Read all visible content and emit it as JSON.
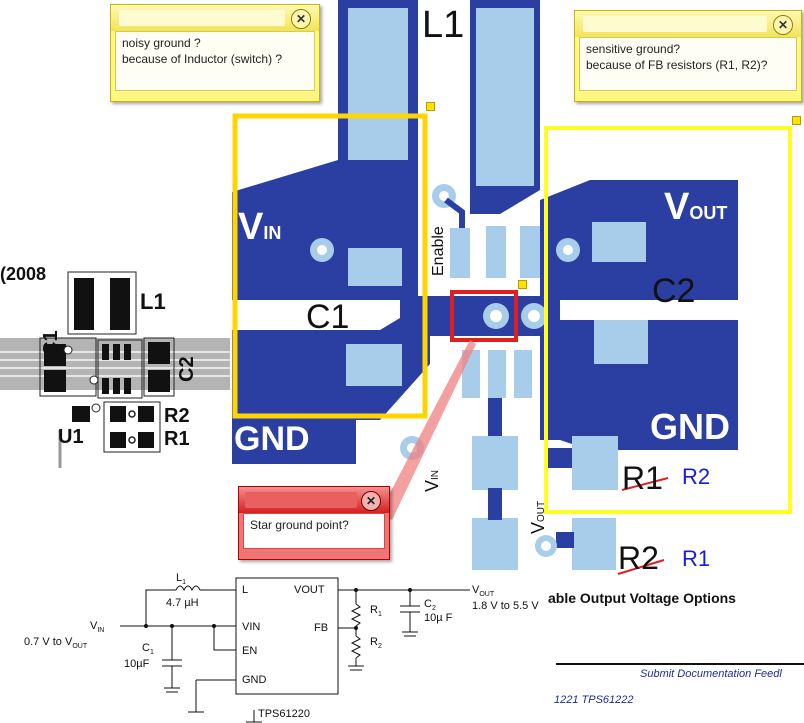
{
  "colors": {
    "copper": "#2b3fa3",
    "pad": "#a7cdea",
    "note_yellow": "#fff684",
    "red": "#e02020",
    "yellow_box": "#ffd400",
    "blue_text": "#1a1adf"
  },
  "notes": {
    "noisy": {
      "line1": "noisy ground ?",
      "line2": "because of Inductor (switch) ?"
    },
    "sensitive": {
      "line1": "sensitive ground?",
      "line2": "because of FB resistors (R1, R2)?"
    },
    "star": {
      "line1": "Star ground point?"
    }
  },
  "pcb": {
    "l1": "L1",
    "vin": "V",
    "vin_sub": "IN",
    "vout": "V",
    "vout_sub": "OUT",
    "c1": "C1",
    "c2": "C2",
    "gnd_left": "GND",
    "gnd_right": "GND",
    "enable": "Enable",
    "vin_small": "V",
    "vin_small_sub": "IN",
    "vout_small": "V",
    "vout_small_sub": "OUT",
    "r1": "R1",
    "r2": "R2",
    "r1_new": "R2",
    "r2_new": "R1"
  },
  "mini": {
    "year": "2008",
    "l1": "L1",
    "c1": "C1",
    "c2": "C2",
    "u1": "U1",
    "r2": "R2",
    "r1": "R1"
  },
  "schematic": {
    "l1": "L",
    "l1_sub": "1",
    "l1_val": "4.7 µH",
    "vin": "V",
    "vin_sub": "IN",
    "vin_range": "0.7 V to V",
    "vin_range_sub": "OUT",
    "c1": "C",
    "c1_sub": "1",
    "c1_val": "10µF",
    "pin_l": "L",
    "pin_vin": "VIN",
    "pin_en": "EN",
    "pin_gnd": "GND",
    "pin_vout": "VOUT",
    "pin_fb": "FB",
    "chip": "TPS61220",
    "r1": "R",
    "r1_sub": "1",
    "r2": "R",
    "r2_sub": "2",
    "c2": "C",
    "c2_sub": "2",
    "c2_val": "10µ F",
    "vout": "V",
    "vout_sub": "OUT",
    "vout_range": "1.8 V to 5.5 V"
  },
  "doc": {
    "heading": "able Output Voltage Options",
    "feedback": "Submit Documentation Feedl",
    "parts": "1221 TPS61222"
  }
}
